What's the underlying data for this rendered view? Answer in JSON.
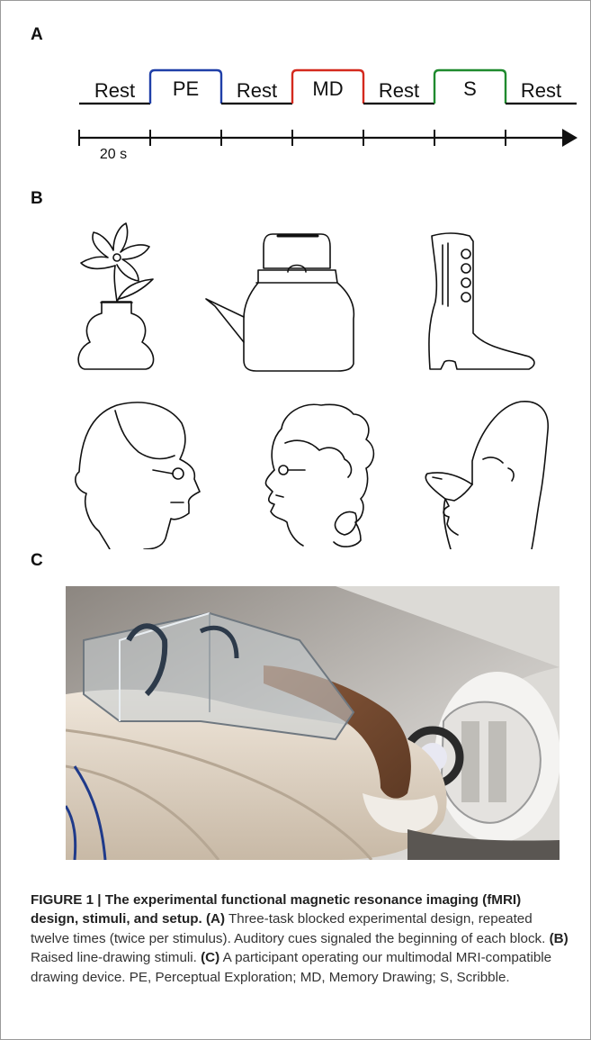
{
  "panels": {
    "a": "A",
    "b": "B",
    "c": "C"
  },
  "timeline": {
    "blocks": [
      {
        "label": "Rest",
        "task": false,
        "color": "#000000"
      },
      {
        "label": "PE",
        "task": true,
        "color": "#1f3fa8"
      },
      {
        "label": "Rest",
        "task": false,
        "color": "#000000"
      },
      {
        "label": "MD",
        "task": true,
        "color": "#d42a1e"
      },
      {
        "label": "Rest",
        "task": false,
        "color": "#000000"
      },
      {
        "label": "S",
        "task": true,
        "color": "#1f8a2e"
      },
      {
        "label": "Rest",
        "task": false,
        "color": "#000000"
      }
    ],
    "duration_label": "20 s"
  },
  "stimuli": [
    "flower-vase",
    "kettle",
    "boot",
    "face-glasses",
    "face-curly-hair",
    "face-bald"
  ],
  "caption": {
    "heading": "FIGURE 1 | The experimental functional magnetic resonance imaging (fMRI) design, stimuli, and setup.",
    "a_label": "(A)",
    "a_text": "Three-task blocked experimental design, repeated twelve times (twice per stimulus). Auditory cues signaled the beginning of each block.",
    "b_label": "(B)",
    "b_text": "Raised line-drawing stimuli.",
    "c_label": "(C)",
    "c_text": "A participant operating our multimodal MRI-compatible drawing device. PE, Perceptual Exploration; MD, Memory Drawing; S, Scribble."
  }
}
